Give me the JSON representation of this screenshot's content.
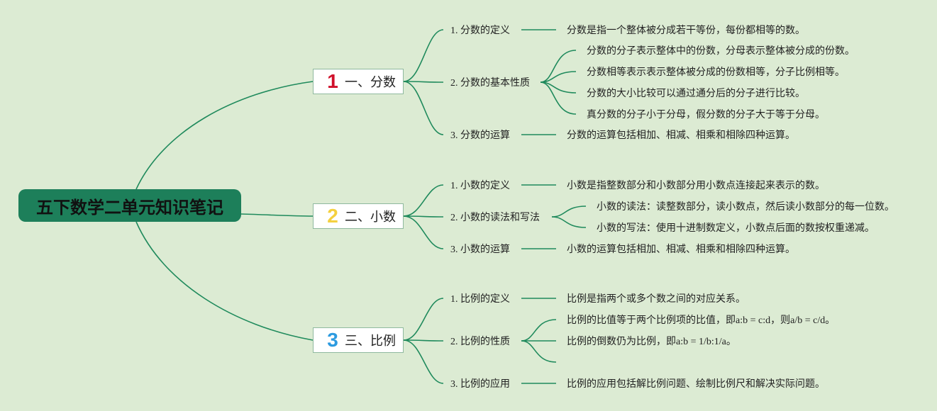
{
  "root": {
    "title": "五下数学二单元知识笔记"
  },
  "colors": {
    "background": "#dcebd3",
    "root": "#1d7f5a",
    "link": "#1f8a5c",
    "num1": "#d0112b",
    "num2": "#f4d03f",
    "num3": "#2d9be0"
  },
  "sections": [
    {
      "num": "1",
      "label": "一、分数",
      "subs": [
        {
          "label": "1. 分数的定义",
          "leaves": [
            "分数是指一个整体被分成若干等份，每份都相等的数。"
          ]
        },
        {
          "label": "2. 分数的基本性质",
          "leaves": [
            "分数的分子表示整体中的份数，分母表示整体被分成的份数。",
            "分数相等表示表示整体被分成的份数相等，分子比例相等。",
            "分数的大小比较可以通过通分后的分子进行比较。",
            "真分数的分子小于分母，假分数的分子大于等于分母。"
          ]
        },
        {
          "label": "3. 分数的运算",
          "leaves": [
            "分数的运算包括相加、相减、相乘和相除四种运算。"
          ]
        }
      ]
    },
    {
      "num": "2",
      "label": "二、小数",
      "subs": [
        {
          "label": "1. 小数的定义",
          "leaves": [
            "小数是指整数部分和小数部分用小数点连接起来表示的数。"
          ]
        },
        {
          "label": "2. 小数的读法和写法",
          "leaves": [
            "小数的读法：读整数部分，读小数点，然后读小数部分的每一位数。",
            "小数的写法：使用十进制数定义，小数点后面的数按权重递减。"
          ]
        },
        {
          "label": "3. 小数的运算",
          "leaves": [
            "小数的运算包括相加、相减、相乘和相除四种运算。"
          ]
        }
      ]
    },
    {
      "num": "3",
      "label": "三、比例",
      "subs": [
        {
          "label": "1. 比例的定义",
          "leaves": [
            "比例是指两个或多个数之间的对应关系。"
          ]
        },
        {
          "label": "2. 比例的性质",
          "leaves": [
            "比例的比值等于两个比例项的比值，即a:b = c:d，则a/b = c/d。",
            "比例的倒数仍为比例，即a:b = 1/b:1/a。",
            ""
          ]
        },
        {
          "label": "3. 比例的应用",
          "leaves": [
            "比例的应用包括解比例问题、绘制比例尺和解决实际问题。"
          ]
        }
      ]
    }
  ]
}
